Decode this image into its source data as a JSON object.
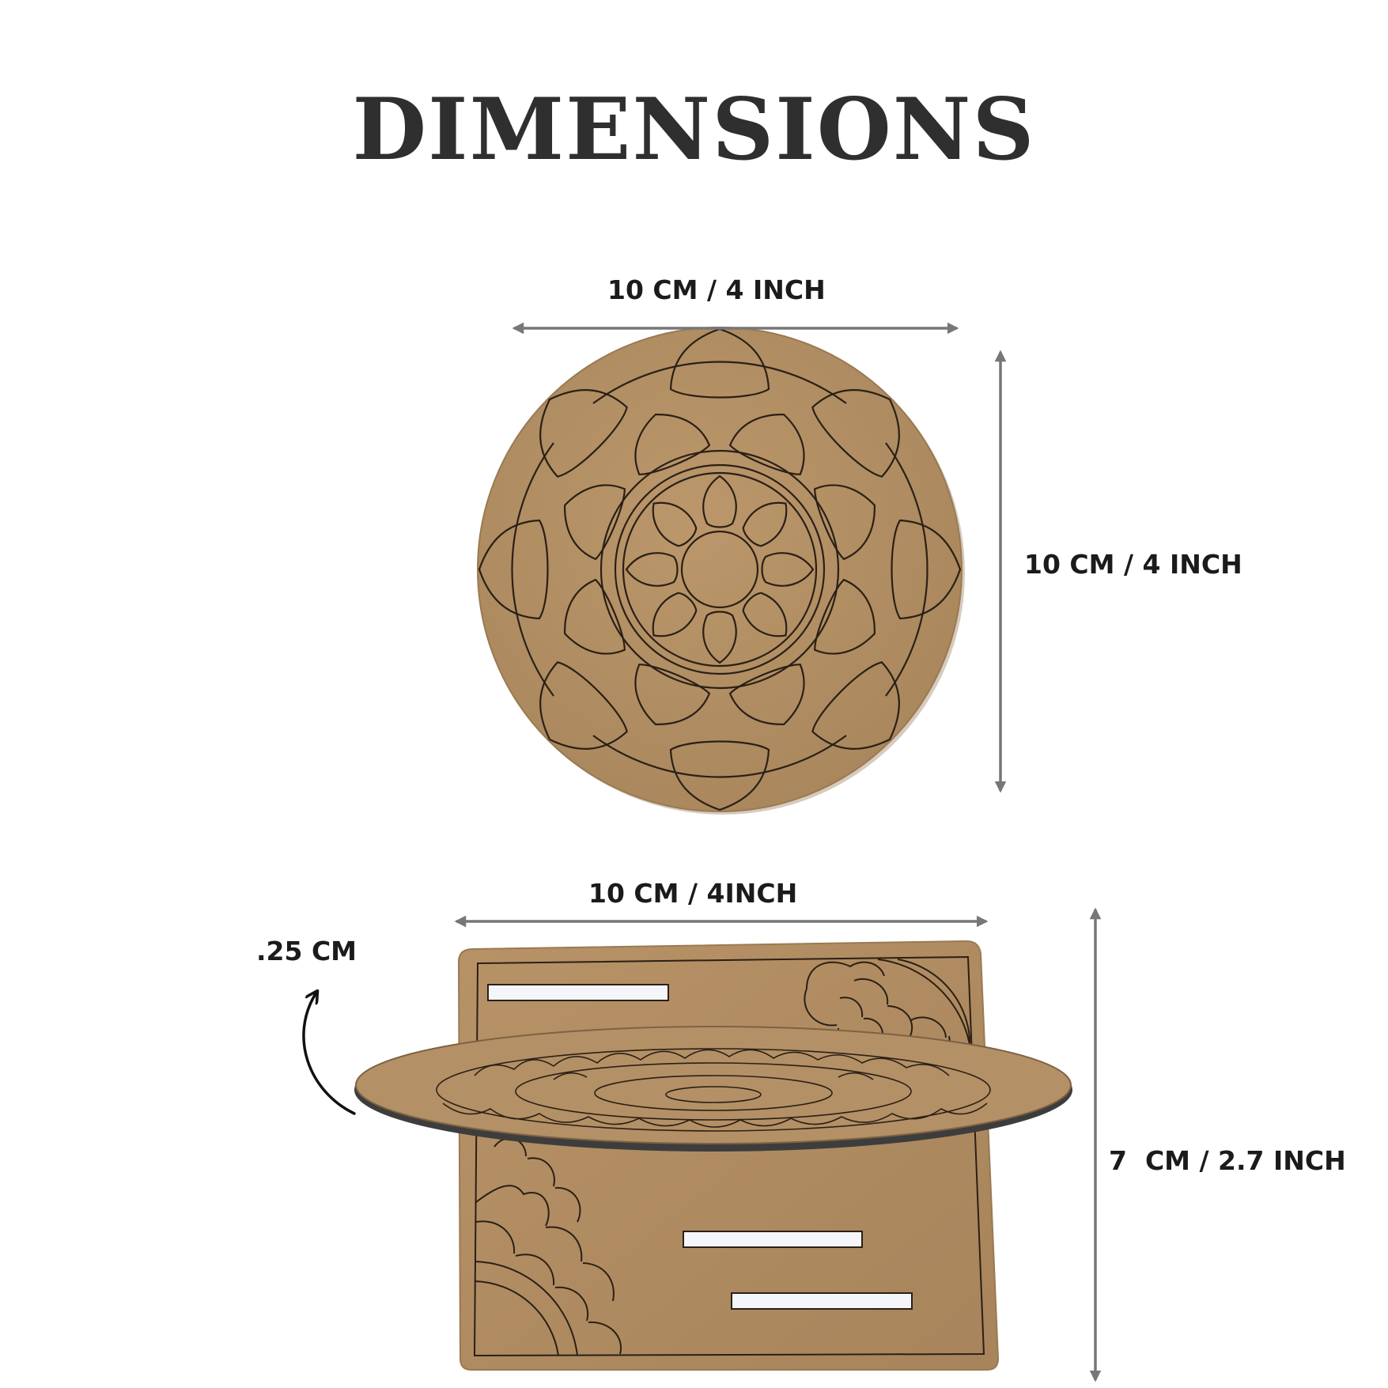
{
  "title": "DIMENSIONS",
  "labels": {
    "top_width": "10 CM / 4 INCH",
    "top_height": "10 CM / 4 INCH",
    "stand_width": "10 CM / 4INCH",
    "thickness": ".25 CM",
    "stand_height": "7  CM / 2.7 INCH"
  },
  "colors": {
    "mdf": "#b08c63",
    "mdf_dark": "#8f6f4b",
    "line_art": "#2a2016",
    "arrow": "#777777",
    "edge": "#3b3b3b",
    "slot": "#f4f6fa"
  },
  "icons": {
    "dimension_arrow": "double-headed-arrow",
    "thickness_pointer": "curved-arrow"
  }
}
